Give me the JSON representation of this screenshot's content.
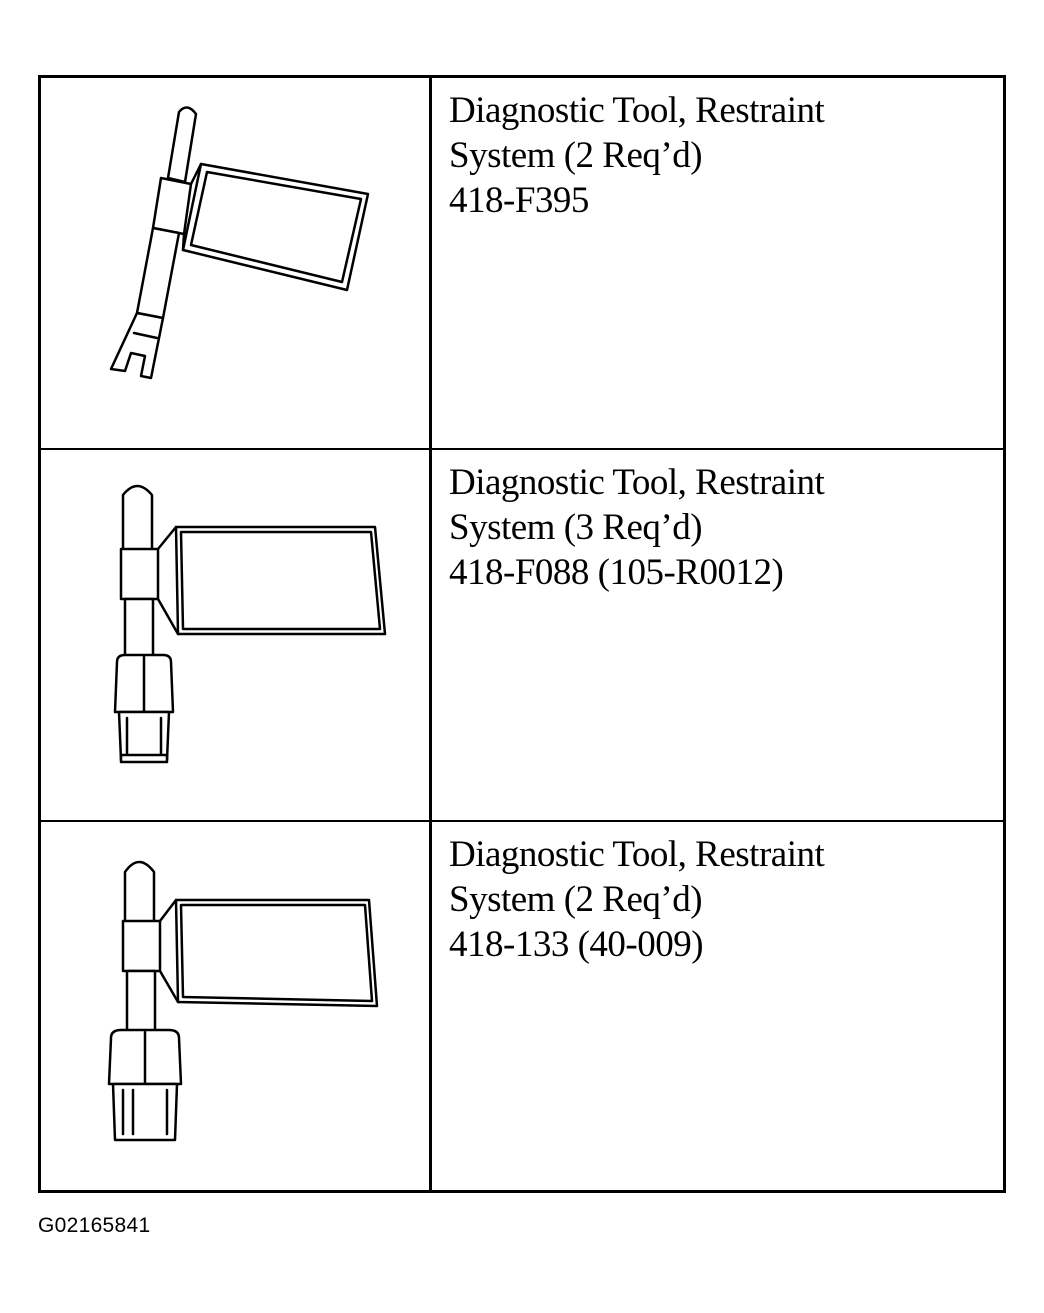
{
  "tools": [
    {
      "name_line1": "Diagnostic Tool, Restraint",
      "name_line2": "System (2 Req’d)",
      "part_number": "418-F395",
      "illustration_icon": "fork-probe-tool-icon"
    },
    {
      "name_line1": "Diagnostic Tool, Restraint",
      "name_line2": "System (3 Req’d)",
      "part_number": "418-F088 (105-R0012)",
      "illustration_icon": "connector-probe-tool-icon"
    },
    {
      "name_line1": "Diagnostic Tool, Restraint",
      "name_line2": "System (2 Req’d)",
      "part_number": "418-133 (40-009)",
      "illustration_icon": "connector-probe-tool-icon"
    }
  ],
  "figure_id": "G02165841"
}
